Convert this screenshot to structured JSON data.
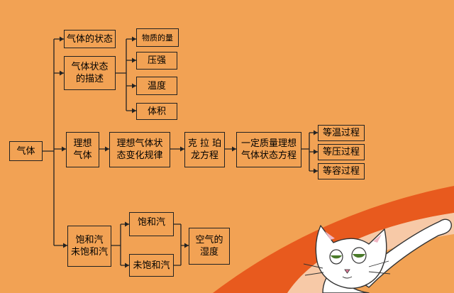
{
  "colors": {
    "background": "#f2a254",
    "stroke": "#222222",
    "swoosh": "#e85a1e"
  },
  "nodes": {
    "gas": "气体",
    "gas_state": "气体的状态",
    "state_desc": "气体状态\n的描述",
    "amount": "物质的量",
    "pressure": "压强",
    "temperature": "温度",
    "volume": "体积",
    "ideal_gas": "理想\n气体",
    "ideal_law": "理想气体状\n态变化规律",
    "clapeyron": "克 拉 珀\n龙方程",
    "fixed_mass": "一定质量理想\n气体状态方程",
    "isothermal": "等温过程",
    "isobaric": "等压过程",
    "isochoric": "等容过程",
    "sat_unsat": "饱和汽\n未饱和汽",
    "saturated": "饱和汽",
    "unsaturated": "未饱和汽",
    "humidity": "空气的\n湿度"
  },
  "decoration": {
    "mascot": "cat-illustration"
  }
}
